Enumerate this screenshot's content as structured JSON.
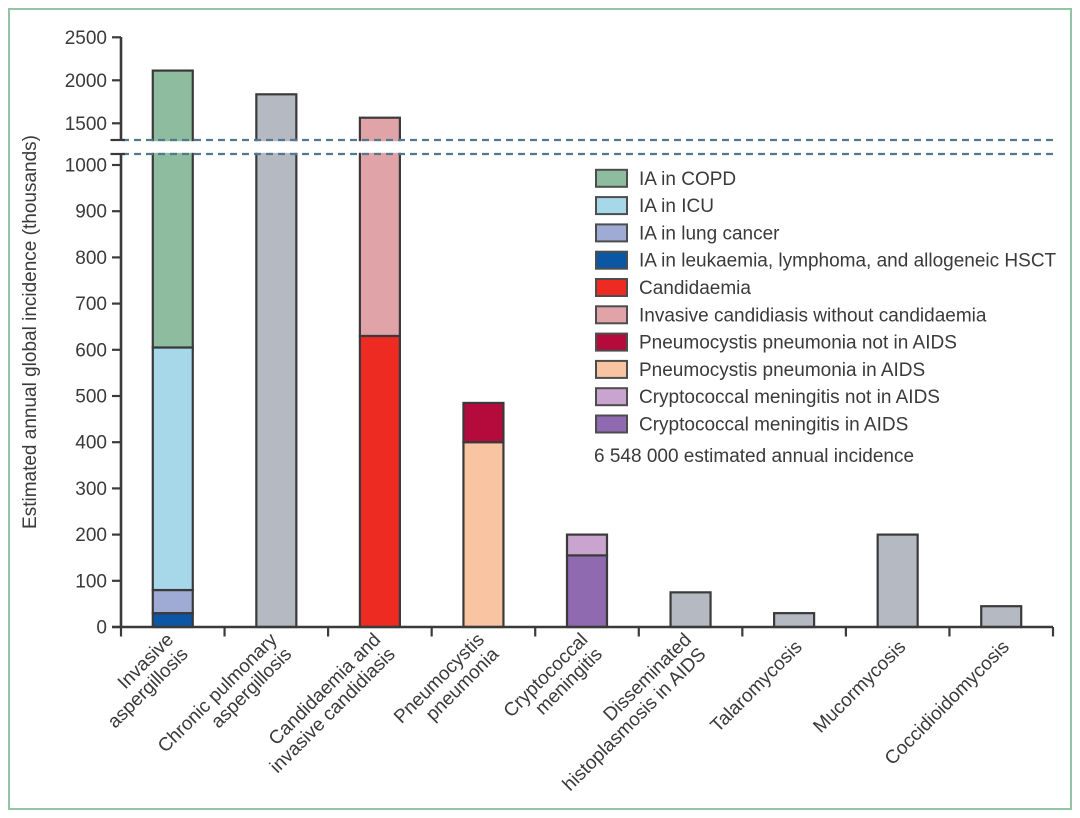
{
  "figure": {
    "background": "#ffffff",
    "frame_border_color": "#92c4a6"
  },
  "chart_data": {
    "type": "bar",
    "stacked": true,
    "title": "",
    "xlabel": "",
    "ylabel": "Estimated annual global incidence (thousands)",
    "grid": false,
    "legend_position": "inside-upper-right",
    "annotation": "6 548 000 estimated annual incidence",
    "axis_break": {
      "below_range": [
        0,
        1020
      ],
      "above_range": [
        1310,
        2500
      ],
      "yticks_below": [
        0,
        100,
        200,
        300,
        400,
        500,
        600,
        700,
        800,
        900,
        1000
      ],
      "yticks_above": [
        1500,
        2000,
        2500
      ]
    },
    "colors": {
      "axis": "#3a3a3a",
      "bar_outline": "#3a3a3a",
      "break_dash": "#54788e",
      "legend_swatch_outline": "#4d4d4d"
    },
    "series_colors": {
      "ia_copd": "#8dbc9e",
      "ia_icu": "#a7d8e9",
      "ia_lung_cancer": "#9fabd5",
      "ia_leukaemia": "#0c57a5",
      "candidaemia": "#ee2b23",
      "invasive_candidiasis": "#dfa3a8",
      "pcp_not_aids": "#b50a3c",
      "pcp_aids": "#f9c4a2",
      "crypto_not_aids": "#c8a4cf",
      "crypto_aids": "#8f6ab0",
      "single": "#b5bac2"
    },
    "legend": [
      {
        "series": "ia_copd",
        "label": "IA in COPD"
      },
      {
        "series": "ia_icu",
        "label": "IA in ICU"
      },
      {
        "series": "ia_lung_cancer",
        "label": "IA in lung cancer"
      },
      {
        "series": "ia_leukaemia",
        "label": "IA in leukaemia, lymphoma, and allogeneic HSCT"
      },
      {
        "series": "candidaemia",
        "label": "Candidaemia"
      },
      {
        "series": "invasive_candidiasis",
        "label": "Invasive candidiasis without candidaemia"
      },
      {
        "series": "pcp_not_aids",
        "label": "Pneumocystis pneumonia not in AIDS"
      },
      {
        "series": "pcp_aids",
        "label": "Pneumocystis pneumonia in AIDS"
      },
      {
        "series": "crypto_not_aids",
        "label": "Cryptococcal meningitis not in AIDS"
      },
      {
        "series": "crypto_aids",
        "label": "Cryptococcal meningitis in AIDS"
      }
    ],
    "categories": [
      {
        "label_lines": [
          "Invasive",
          "aspergillosis"
        ],
        "total": 2113,
        "segments": [
          {
            "series": "ia_leukaemia",
            "value": 30
          },
          {
            "series": "ia_lung_cancer",
            "value": 50
          },
          {
            "series": "ia_icu",
            "value": 525
          },
          {
            "series": "ia_copd",
            "value": 1508
          }
        ]
      },
      {
        "label_lines": [
          "Chronic pulmonary",
          "aspergillosis"
        ],
        "total": 1837,
        "segments": [
          {
            "series": "single",
            "value": 1837
          }
        ]
      },
      {
        "label_lines": [
          "Candidaemia and",
          "invasive candidiasis"
        ],
        "total": 1565,
        "segments": [
          {
            "series": "candidaemia",
            "value": 630
          },
          {
            "series": "invasive_candidiasis",
            "value": 935
          }
        ]
      },
      {
        "label_lines": [
          "Pneumocystis",
          "pneumonia"
        ],
        "total": 485,
        "segments": [
          {
            "series": "pcp_aids",
            "value": 400
          },
          {
            "series": "pcp_not_aids",
            "value": 85
          }
        ]
      },
      {
        "label_lines": [
          "Cryptococcal",
          "meningitis"
        ],
        "total": 200,
        "segments": [
          {
            "series": "crypto_aids",
            "value": 155
          },
          {
            "series": "crypto_not_aids",
            "value": 45
          }
        ]
      },
      {
        "label_lines": [
          "Disseminated",
          "histoplasmosis in AIDS"
        ],
        "total": 75,
        "segments": [
          {
            "series": "single",
            "value": 75
          }
        ]
      },
      {
        "label_lines": [
          "Talaromycosis"
        ],
        "total": 30,
        "segments": [
          {
            "series": "single",
            "value": 30
          }
        ]
      },
      {
        "label_lines": [
          "Mucormycosis"
        ],
        "total": 200,
        "segments": [
          {
            "series": "single",
            "value": 200
          }
        ]
      },
      {
        "label_lines": [
          "Coccidioidomycosis"
        ],
        "total": 45,
        "segments": [
          {
            "series": "single",
            "value": 45
          }
        ]
      }
    ]
  }
}
